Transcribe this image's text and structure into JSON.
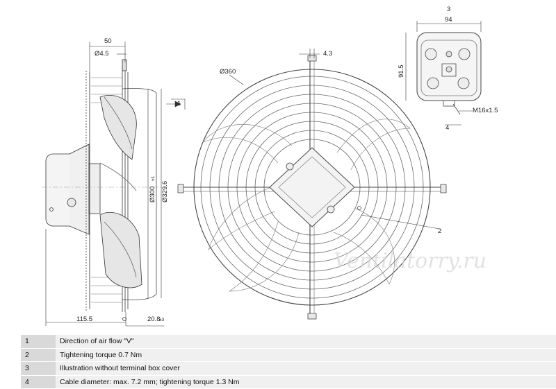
{
  "dimensions": {
    "side_width": "50",
    "side_hole": "Ø4.5",
    "side_depth": "115.5",
    "side_flange": "20.8",
    "side_flange_tol": "±3",
    "side_dia_a": "Ø300",
    "side_dia_a_tol": "±1",
    "side_dia_b": "Ø329.6",
    "front_diameter": "Ø360",
    "front_offset": "4.3",
    "tb_width": "94",
    "tb_height": "91.5",
    "tb_thread": "M16x1.5"
  },
  "callouts": {
    "one": "1",
    "two": "2",
    "three": "3",
    "four": "4"
  },
  "watermark": "Ventilatorry.ru",
  "legend": [
    {
      "num": "1",
      "text": "Direction of air flow \"V\""
    },
    {
      "num": "2",
      "text": "Tightening torque 0.7 Nm"
    },
    {
      "num": "3",
      "text": "Illustration without terminal box cover"
    },
    {
      "num": "4",
      "text": "Cable diameter: max. 7.2 mm; tightening torque 1.3 Nm"
    }
  ]
}
